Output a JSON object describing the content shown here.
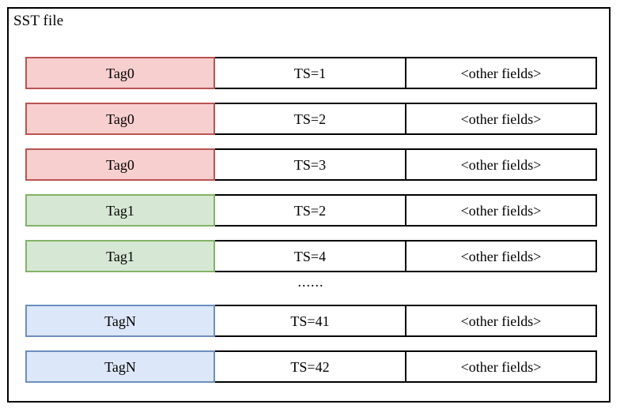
{
  "diagram": {
    "title": "SST file",
    "columns": [
      "tag",
      "timestamp",
      "other"
    ],
    "rows": [
      {
        "tag": "Tag0",
        "ts": "TS=1",
        "other": "<other fields>",
        "color": "red"
      },
      {
        "tag": "Tag0",
        "ts": "TS=2",
        "other": "<other fields>",
        "color": "red"
      },
      {
        "tag": "Tag0",
        "ts": "TS=3",
        "other": "<other fields>",
        "color": "red"
      },
      {
        "tag": "Tag1",
        "ts": "TS=2",
        "other": "<other fields>",
        "color": "green"
      },
      {
        "tag": "Tag1",
        "ts": "TS=4",
        "other": "<other fields>",
        "color": "green"
      },
      {
        "tag": "TagN",
        "ts": "TS=41",
        "other": "<other fields>",
        "color": "blue"
      },
      {
        "tag": "TagN",
        "ts": "TS=42",
        "other": "<other fields>",
        "color": "blue"
      }
    ],
    "ellipsis": "......",
    "colors": {
      "red_fill": "#f8cfcf",
      "red_border": "#b85450",
      "green_fill": "#d6e8d4",
      "green_border": "#82b366",
      "blue_fill": "#dce7f9",
      "blue_border": "#6c8ebf",
      "frame_border": "#000000",
      "background": "#ffffff"
    }
  }
}
